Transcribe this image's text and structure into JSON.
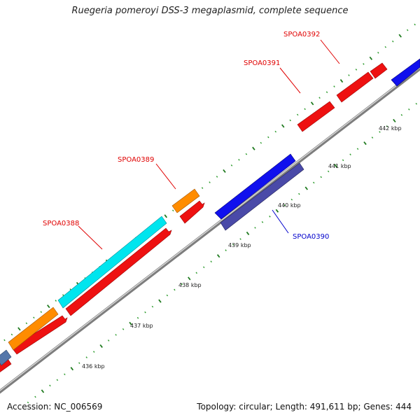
{
  "title": "Ruegeria pomeroyi DSS-3 megaplasmid, complete sequence",
  "footer": {
    "accession": "Accession: NC_006569",
    "summary": "Topology: circular; Length: 491,611 bp; Genes: 444"
  },
  "colors": {
    "backbone": "#8a8a8a",
    "tick_major": "#1f7a1f",
    "tick_minor": "#2a9a2a",
    "label_red": "#e00000",
    "label_blue": "#0000cc",
    "gene_red": "#ee1111",
    "gene_orange": "#ff8c00",
    "gene_cyan": "#00e5ee",
    "gene_blue": "#1010ee",
    "gene_slate": "#4a4aa8",
    "gene_steel": "#5577aa"
  },
  "scale": {
    "unit": "kbp",
    "ticks": [
      {
        "label": "436 kbp"
      },
      {
        "label": "437 kbp"
      },
      {
        "label": "438 kbp"
      },
      {
        "label": "439 kbp"
      },
      {
        "label": "440 kbp"
      },
      {
        "label": "441 kbp"
      },
      {
        "label": "442 kbp"
      }
    ]
  },
  "gene_labels": [
    {
      "name": "SPOA0388",
      "color": "red"
    },
    {
      "name": "SPOA0389",
      "color": "red"
    },
    {
      "name": "SPOA0390",
      "color": "blue"
    },
    {
      "name": "SPOA0391",
      "color": "red"
    },
    {
      "name": "SPOA0392",
      "color": "red"
    }
  ]
}
